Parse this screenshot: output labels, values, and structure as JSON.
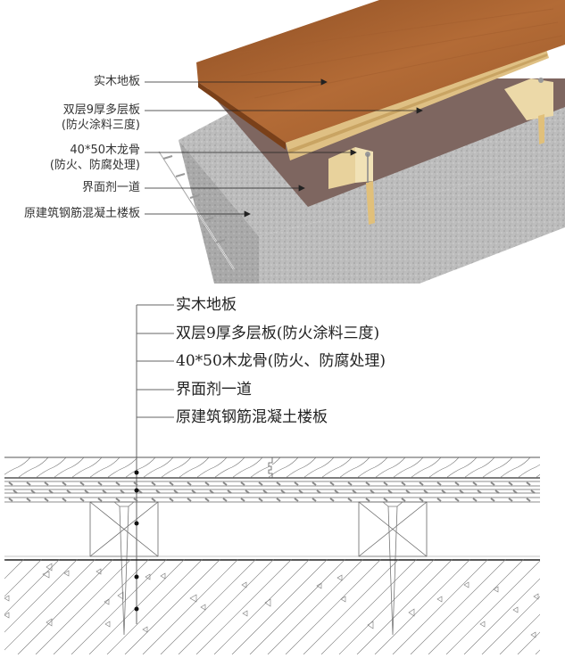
{
  "illustration_3d": {
    "labels": [
      {
        "line1": "实木地板",
        "line2": ""
      },
      {
        "line1": "双层9厚多层板",
        "line2": "(防火涂料三度)"
      },
      {
        "line1": "40*50木龙骨",
        "line2": "(防火、防腐处理)"
      },
      {
        "line1": "界面剂一道",
        "line2": ""
      },
      {
        "line1": "原建筑钢筋混凝土楼板",
        "line2": ""
      }
    ],
    "colors": {
      "wood_floor": "#9a5a2c",
      "wood_floor_light": "#b06a35",
      "plywood": "#e2c48a",
      "joist": "#ecd9a8",
      "interface_agent": "#7e6660",
      "concrete": "#b9b9b9"
    }
  },
  "section_drawing": {
    "labels": [
      "实木地板",
      "双层9厚多层板(防火涂料三度)",
      "40*50木龙骨(防火、防腐处理)",
      "界面剂一道",
      "原建筑钢筋混凝土楼板"
    ],
    "line_color": "#555555"
  }
}
